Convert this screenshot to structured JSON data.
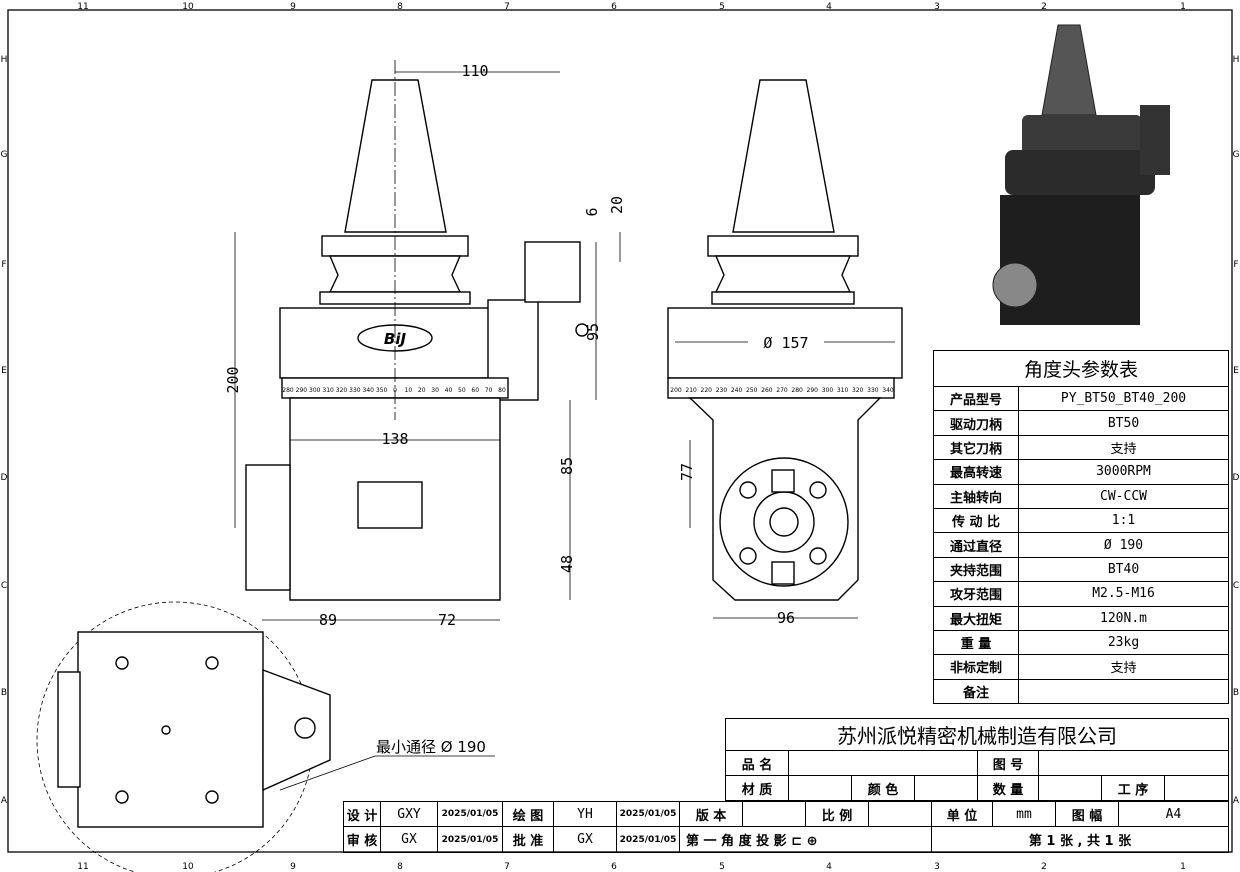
{
  "frame": {
    "zones_top": [
      "11",
      "10",
      "9",
      "8",
      "7",
      "6",
      "5",
      "4",
      "3",
      "2",
      "1"
    ],
    "zones_side": [
      "H",
      "G",
      "F",
      "E",
      "D",
      "C",
      "B",
      "A"
    ]
  },
  "front_view": {
    "dims": {
      "d110": "110",
      "d6": "6",
      "d20": "20",
      "d95": "95",
      "d200": "200",
      "d138": "138",
      "d85": "85",
      "d48": "48",
      "d89": "89",
      "d72": "72"
    },
    "logo": "BiJ",
    "dial_labels": [
      "280",
      "290",
      "300",
      "310",
      "320",
      "330",
      "340",
      "350",
      "0",
      "10",
      "20",
      "30",
      "40",
      "50",
      "60",
      "70",
      "80"
    ]
  },
  "side_view": {
    "dims": {
      "d157": "Ø 157",
      "d77": "77",
      "d96": "96"
    },
    "dial_labels": [
      "200",
      "210",
      "220",
      "230",
      "240",
      "250",
      "260",
      "270",
      "280",
      "290",
      "300",
      "310",
      "320",
      "330",
      "340"
    ]
  },
  "bottom_view": {
    "callout": "最小通径 Ø 190"
  },
  "param_table": {
    "title": "角度头参数表",
    "rows": [
      {
        "label": "产品型号",
        "value": "PY_BT50_BT40_200"
      },
      {
        "label": "驱动刀柄",
        "value": "BT50"
      },
      {
        "label": "其它刀柄",
        "value": "支持"
      },
      {
        "label": "最高转速",
        "value": "3000RPM"
      },
      {
        "label": "主轴转向",
        "value": "CW-CCW"
      },
      {
        "label": "传 动 比",
        "value": "1:1"
      },
      {
        "label": "通过直径",
        "value": "Ø 190"
      },
      {
        "label": "夹持范围",
        "value": "BT40"
      },
      {
        "label": "攻牙范围",
        "value": "M2.5-M16"
      },
      {
        "label": "最大扭矩",
        "value": "120N.m"
      },
      {
        "label": "重 量",
        "value": "23kg"
      },
      {
        "label": "非标定制",
        "value": "支持"
      },
      {
        "label": "备注",
        "value": ""
      }
    ]
  },
  "title_block": {
    "company": "苏州派悦精密机械制造有限公司",
    "product_name_label": "品 名",
    "product_name": "",
    "drawing_no_label": "图 号",
    "drawing_no": "",
    "material_label": "材 质",
    "material": "",
    "color_label": "颜 色",
    "color": "",
    "qty_label": "数 量",
    "qty": "",
    "process_label": "工 序",
    "process": "",
    "design_label": "设 计",
    "designer": "GXY",
    "design_date": "2025/01/05",
    "draw_label": "绘 图",
    "drawer": "YH",
    "draw_date": "2025/01/05",
    "version_label": "版 本",
    "version": "",
    "scale_label": "比 例",
    "scale": "",
    "unit_label": "单 位",
    "unit": "mm",
    "size_label": "图 幅",
    "size": "A4",
    "review_label": "审 核",
    "reviewer": "GX",
    "review_date": "2025/01/05",
    "approve_label": "批 准",
    "approver": "GX",
    "approve_date": "2025/01/05",
    "projection": "第 一 角 度 投 影",
    "sheet": "第 1 张 , 共 1 张"
  }
}
